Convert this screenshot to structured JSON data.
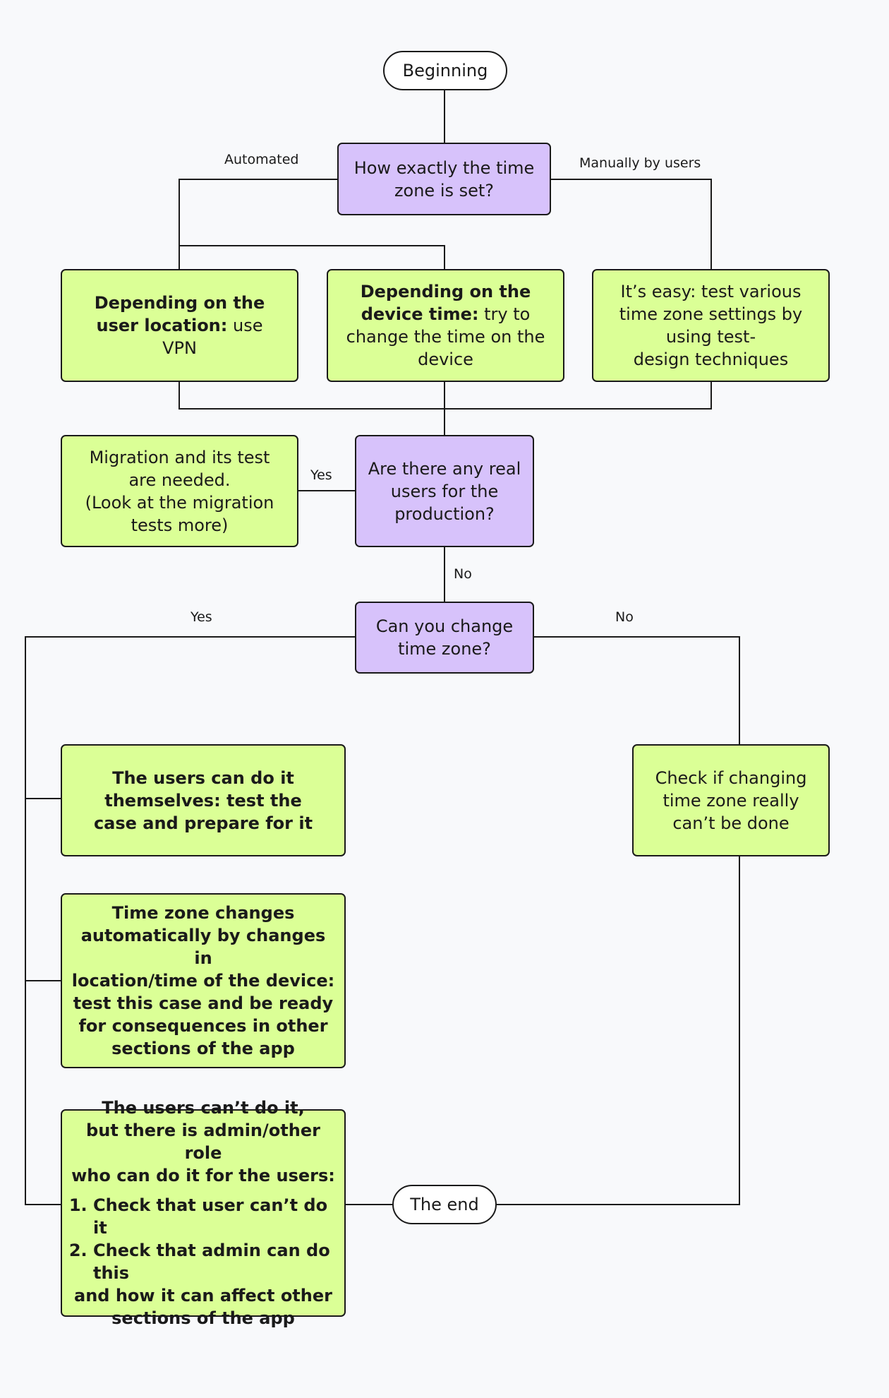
{
  "nodes": {
    "beginning": "Beginning",
    "how_set": [
      "How exactly the time",
      "zone is set?"
    ],
    "location": {
      "bold": "Depending on the user location:",
      "rest": " use VPN"
    },
    "device_time": {
      "bold": "Depending on the device time:",
      "rest": " try to change the time on the device"
    },
    "easy": [
      "It’s easy: test various",
      "time zone settings by",
      "using test-",
      "design techniques"
    ],
    "migration": [
      "Migration and its test",
      "are needed.",
      "(Look at the migration",
      "tests more)"
    ],
    "real_users": [
      "Are there any real",
      "users for the",
      "production?"
    ],
    "can_change": [
      "Can you change",
      "time zone?"
    ],
    "users_can": [
      "The users can do it",
      "themselves: test the",
      "case and prepare for it"
    ],
    "auto_change": [
      "Time zone changes",
      "automatically by changes in",
      "location/time of the device:",
      "test this case and be ready",
      "for consequences in other",
      "sections of the app"
    ],
    "admin_role": {
      "intro": [
        "The users can’t do it,",
        "but there is admin/other role",
        "who can do it for the users:"
      ],
      "steps": [
        "Check that user can’t do it",
        "Check that admin can do this"
      ],
      "step2_cont": [
        "and how it can affect other",
        "sections of the app"
      ]
    },
    "check_changing": [
      "Check if changing",
      "time zone really",
      "can’t be done"
    ],
    "the_end": "The end"
  },
  "edge_labels": {
    "automated": "Automated",
    "manually": "Manually by users",
    "yes_migration": "Yes",
    "no_real_users": "No",
    "yes_change": "Yes",
    "no_change": "No"
  }
}
